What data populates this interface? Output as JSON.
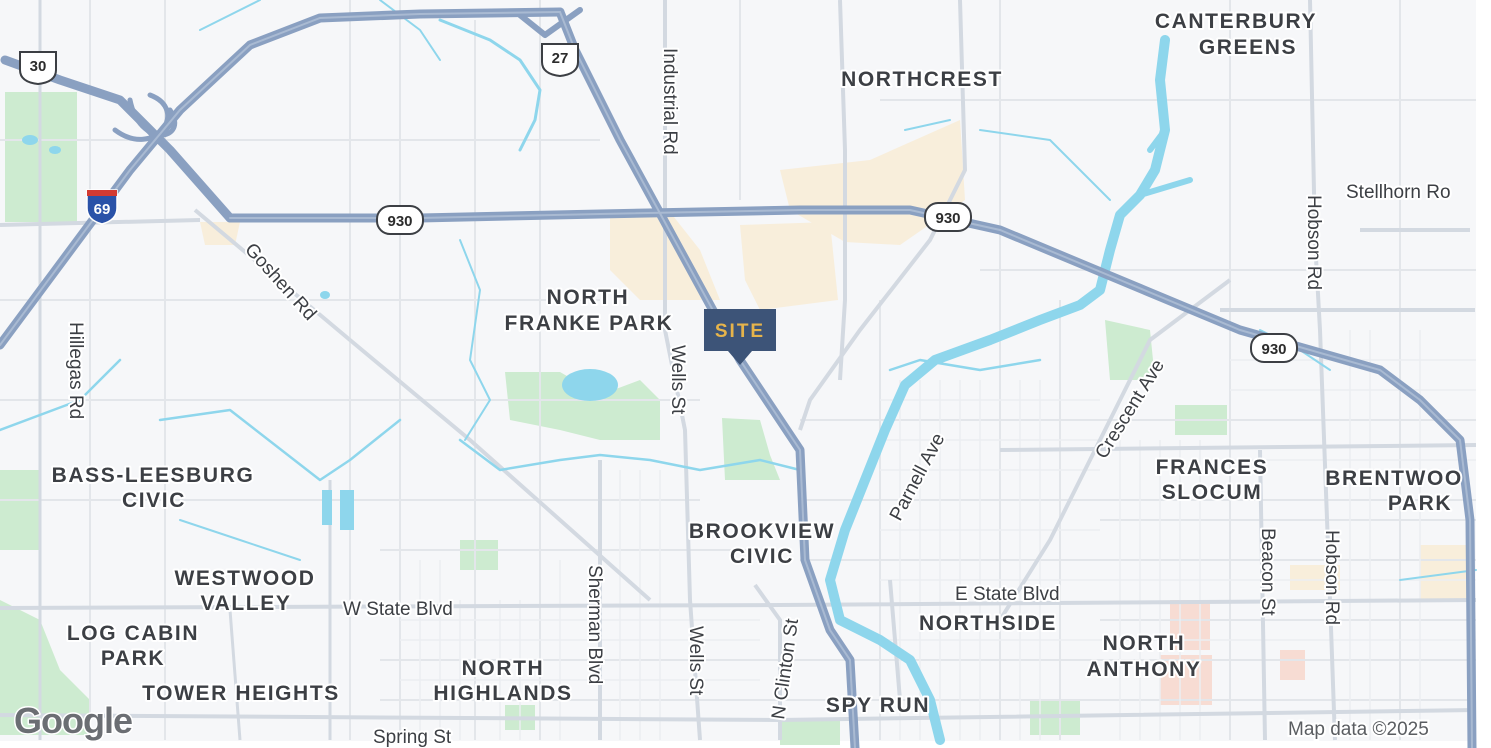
{
  "map": {
    "attribution": "Map data ©2025",
    "logo": "Google",
    "site_marker": "SITE",
    "colors": {
      "water": "#8ed6ec",
      "park": "#cdebd0",
      "highway": "#8aa0c1",
      "commercial": "#f8eedb",
      "marker": "#3d5478",
      "marker_text": "#e6b44b"
    },
    "neighborhoods": {
      "canterbury_1": "CANTERBURY",
      "canterbury_2": "GREENS",
      "northcrest": "NORTHCREST",
      "north_franke_1": "NORTH",
      "north_franke_2": "FRANKE PARK",
      "bass_1": "BASS-LEESBURG",
      "bass_2": "CIVIC",
      "westwood_1": "WESTWOOD",
      "westwood_2": "VALLEY",
      "logcabin_1": "LOG CABIN",
      "logcabin_2": "PARK",
      "tower": "TOWER HEIGHTS",
      "north_highlands_1": "NORTH",
      "north_highlands_2": "HIGHLANDS",
      "brookview_1": "BROOKVIEW",
      "brookview_2": "CIVIC",
      "spyrun": "SPY RUN",
      "northside": "NORTHSIDE",
      "frances_1": "FRANCES",
      "frances_2": "SLOCUM",
      "north_anthony_1": "NORTH",
      "north_anthony_2": "ANTHONY",
      "brentwood_1": "BRENTWOO",
      "brentwood_2": "PARK"
    },
    "streets": {
      "industrial": "Industrial Rd",
      "stellhorn": "Stellhorn Ro",
      "hobson_top": "Hobson Rd",
      "goshen": "Goshen Rd",
      "hillegas": "Hillegas Rd",
      "wells_top": "Wells St",
      "parnell": "Parnell Ave",
      "crescent": "Crescent Ave",
      "beacon": "Beacon St",
      "hobson_bottom": "Hobson Rd",
      "e_state": "E State Blvd",
      "w_state": "W State Blvd",
      "sherman": "Sherman Blvd",
      "wells_bottom": "Wells St",
      "clinton": "N Clinton St",
      "spring": "Spring St"
    },
    "shields": {
      "us30": "30",
      "us27": "27",
      "i69": "69",
      "sr930_a": "930",
      "sr930_b": "930",
      "sr930_c": "930"
    }
  }
}
